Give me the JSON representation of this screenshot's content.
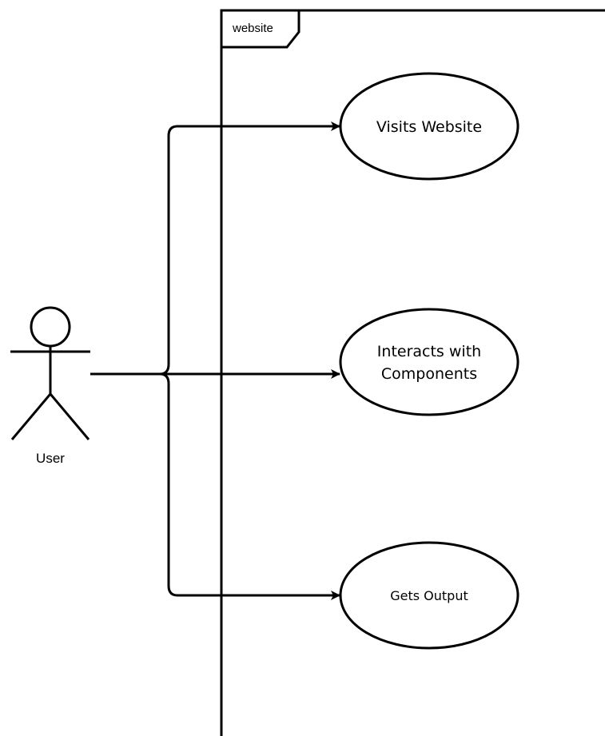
{
  "diagram": {
    "type": "use-case",
    "system_boundary": {
      "label": "website"
    },
    "actor": {
      "label": "User"
    },
    "use_cases": [
      {
        "label_lines": [
          "Visits Website"
        ]
      },
      {
        "label_lines": [
          "Interacts with",
          "Components"
        ]
      },
      {
        "label_lines": [
          "Gets Output"
        ]
      }
    ]
  },
  "colors": {
    "stroke": "#000000",
    "fill": "#ffffff",
    "background": "#ffffff"
  }
}
